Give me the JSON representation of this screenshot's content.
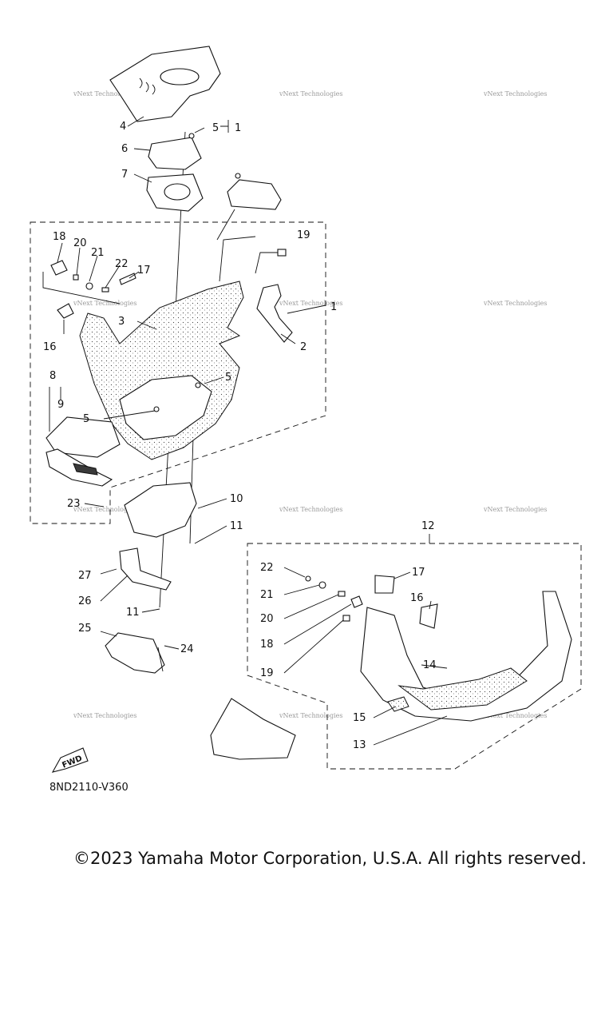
{
  "diagram": {
    "callouts": {
      "c1a": "1",
      "c1b": "1",
      "c2": "2",
      "c3": "3",
      "c4": "4",
      "c5a": "5",
      "c5b": "5",
      "c5c": "5",
      "c6": "6",
      "c7": "7",
      "c8": "8",
      "c9": "9",
      "c10": "10",
      "c11a": "11",
      "c11b": "11",
      "c12": "12",
      "c13": "13",
      "c14": "14",
      "c15": "15",
      "c16a": "16",
      "c16b": "16",
      "c17a": "17",
      "c17b": "17",
      "c18a": "18",
      "c18b": "18",
      "c19a": "19",
      "c19b": "19",
      "c20a": "20",
      "c20b": "20",
      "c21a": "21",
      "c21b": "21",
      "c22a": "22",
      "c22b": "22",
      "c23": "23",
      "c24": "24",
      "c25": "25",
      "c26": "26",
      "c27": "27"
    },
    "fwd_label": "FWD",
    "watermark": "vNext Technologies",
    "diagram_code": "8ND2110-V360"
  },
  "footer": {
    "copyright": "©2023 Yamaha Motor Corporation, U.S.A. All rights reserved."
  }
}
